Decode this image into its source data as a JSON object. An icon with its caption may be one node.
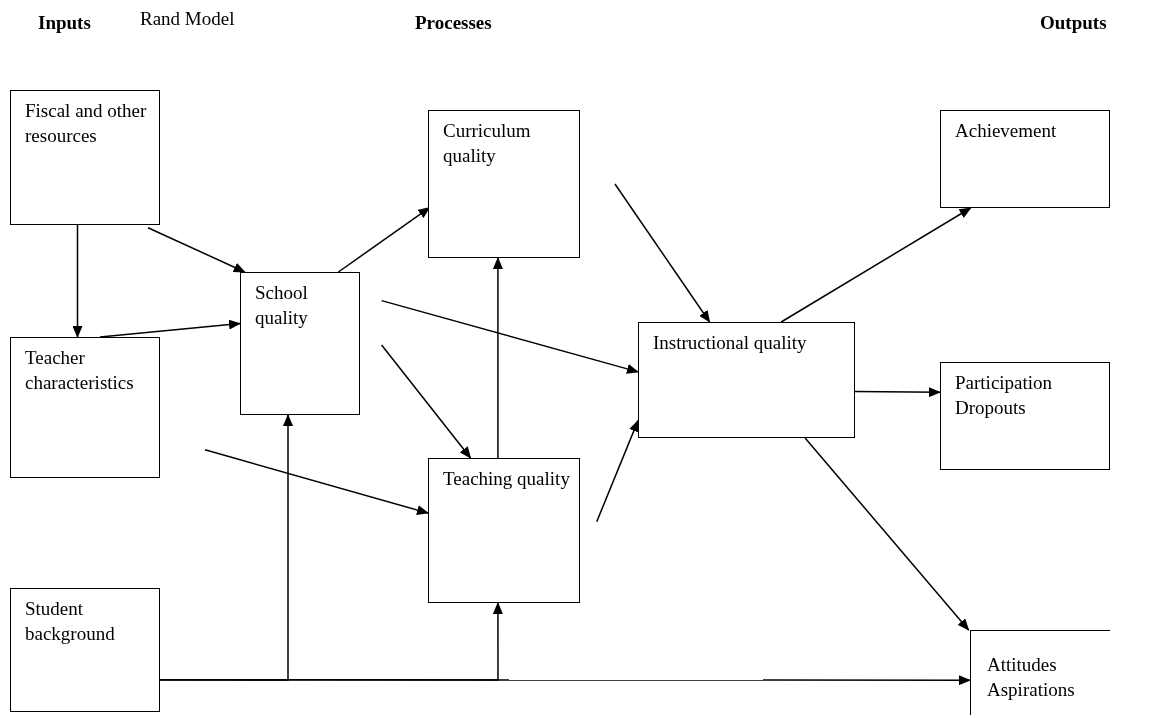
{
  "diagram": {
    "title": "Rand Model",
    "nodes": [
      {
        "text": [
          "Fiscal and other resources"
        ]
      },
      {
        "text": [
          "Teacher characteristics"
        ]
      },
      {
        "text": [
          "Student background"
        ]
      },
      {
        "text": [
          "School quality"
        ]
      },
      {
        "text": [
          "Curriculum quality"
        ]
      },
      {
        "text": [
          "Teaching quality"
        ]
      },
      {
        "text": [
          "Instructional quality"
        ]
      },
      {
        "text": [
          "Achievement"
        ]
      },
      {
        "text": [
          "Participation Dropouts"
        ]
      },
      {
        "text": [
          "Attitudes Aspirations"
        ]
      }
    ],
    "edges": [
      {
        "from": 0,
        "to": 1,
        "arrow": "to"
      },
      {
        "from": 0,
        "to": 3,
        "arrow": "to"
      },
      {
        "from": 1,
        "to": 3,
        "arrow": "to"
      },
      {
        "from": 3,
        "to": 4,
        "arrow": "to"
      },
      {
        "from": 3,
        "to": 6,
        "arrow": "to"
      },
      {
        "from": 3,
        "to": 5,
        "arrow": "to"
      },
      {
        "from": 1,
        "to": 5,
        "arrow": "to"
      },
      {
        "from": 5,
        "to": 4,
        "arrow": "to"
      },
      {
        "from": 4,
        "to": 6,
        "arrow": "to"
      },
      {
        "from": 5,
        "to": 6,
        "arrow": "to"
      },
      {
        "from": 6,
        "to": 7,
        "arrow": "to"
      },
      {
        "from": 6,
        "to": 8,
        "arrow": "to"
      },
      {
        "from": 6,
        "to": 9,
        "arrow": "to"
      },
      {
        "from": 2,
        "to": 9,
        "arrow": "to"
      },
      {
        "from": 2,
        "to": 3,
        "arrow": "to"
      },
      {
        "from": 2,
        "to": 5,
        "arrow": "to"
      }
    ],
    "labels": [
      "Inputs",
      "Processes",
      "Outputs"
    ]
  }
}
